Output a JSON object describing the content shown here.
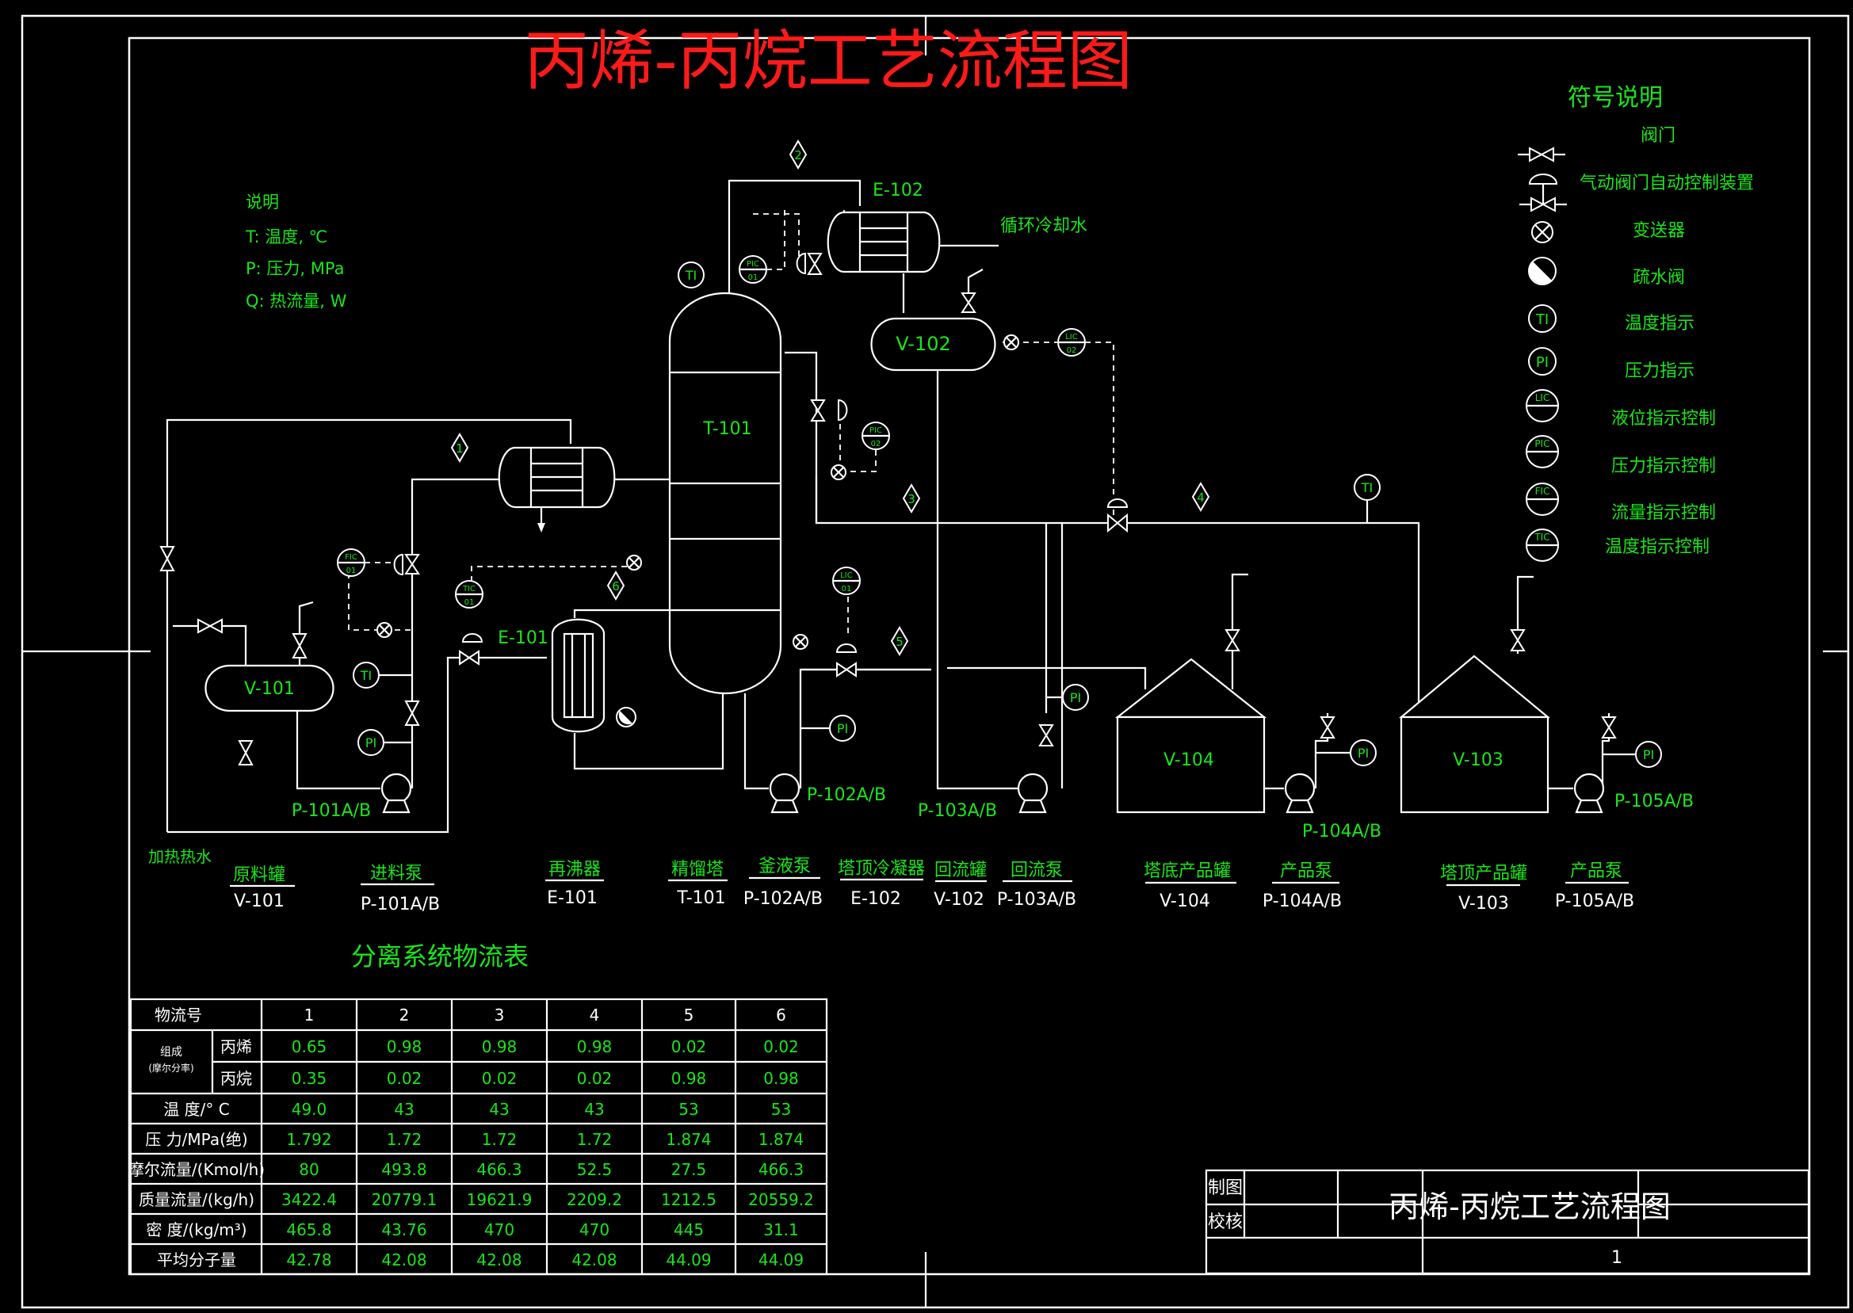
{
  "title": "丙烯-丙烷工艺流程图",
  "notes": {
    "heading": "说明",
    "lines": [
      "T: 温度, ℃",
      "P: 压力, MPa",
      "Q: 热流量, W"
    ]
  },
  "legend": {
    "heading": "符号说明",
    "items": [
      {
        "icon": "gate-valve-icon",
        "label": "阀门"
      },
      {
        "icon": "pneumatic-valve-icon",
        "label": "气动阀门自动控制装置"
      },
      {
        "icon": "transmitter-icon",
        "label": "变送器"
      },
      {
        "icon": "steam-trap-icon",
        "label": "疏水阀"
      },
      {
        "icon": "ti-icon",
        "tag": "TI",
        "label": "温度指示"
      },
      {
        "icon": "pi-icon",
        "tag": "PI",
        "label": "压力指示"
      },
      {
        "icon": "lic-icon",
        "tag": "LIC",
        "label": "液位指示控制"
      },
      {
        "icon": "pic-icon",
        "tag": "PIC",
        "label": "压力指示控制"
      },
      {
        "icon": "fic-icon",
        "tag": "FIC",
        "label": "流量指示控制"
      },
      {
        "icon": "tic-icon",
        "tag": "TIC",
        "label": "温度指示控制"
      }
    ]
  },
  "diagram": {
    "equipment_tags": {
      "v101": "V-101",
      "e101": "E-101",
      "t101": "T-101",
      "e102": "E-102",
      "v102": "V-102",
      "v104": "V-104",
      "v103": "V-103",
      "p101": "P-101A/B",
      "p102": "P-102A/B",
      "p103": "P-103A/B",
      "p104": "P-104A/B",
      "p105": "P-105A/B"
    },
    "instrument_tags": {
      "ti": "TI",
      "pi": "PI",
      "pic01_a": "PIC",
      "pic01_b": "01",
      "fic01_a": "FIC",
      "fic01_b": "01",
      "tic01_a": "TIC",
      "tic01_b": "01",
      "lic01_a": "LIC",
      "lic01_b": "01",
      "lic02_a": "LIC",
      "lic02_b": "02",
      "pic02_a": "PIC",
      "pic02_b": "02"
    },
    "stream_numbers": [
      "1",
      "2",
      "3",
      "4",
      "5",
      "6"
    ],
    "labels": {
      "cooling_water": "循环冷却水",
      "heating_water": "加热热水"
    }
  },
  "equipment_list": [
    {
      "name": "原料罐",
      "tag": "V-101"
    },
    {
      "name": "进料泵",
      "tag": "P-101A/B"
    },
    {
      "name": "再沸器",
      "tag": "E-101"
    },
    {
      "name": "精馏塔",
      "tag": "T-101"
    },
    {
      "name": "釜液泵",
      "tag": "P-102A/B"
    },
    {
      "name": "塔顶冷凝器",
      "tag": "E-102"
    },
    {
      "name": "回流罐",
      "tag": "V-102"
    },
    {
      "name": "回流泵",
      "tag": "P-103A/B"
    },
    {
      "name": "塔底产品罐",
      "tag": "V-104"
    },
    {
      "name": "产品泵",
      "tag": "P-104A/B"
    },
    {
      "name": "塔顶产品罐",
      "tag": "V-103"
    },
    {
      "name": "产品泵",
      "tag": "P-105A/B"
    }
  ],
  "stream_table": {
    "title": "分离系统物流表",
    "header": "物流号",
    "columns": [
      "1",
      "2",
      "3",
      "4",
      "5",
      "6"
    ],
    "composition_label_1": "组成",
    "composition_label_2": "(摩尔分率)",
    "rows": [
      {
        "label": "丙烯",
        "values": [
          "0.65",
          "0.98",
          "0.98",
          "0.98",
          "0.02",
          "0.02"
        ]
      },
      {
        "label": "丙烷",
        "values": [
          "0.35",
          "0.02",
          "0.02",
          "0.02",
          "0.98",
          "0.98"
        ]
      },
      {
        "label": "温 度/° C",
        "values": [
          "49.0",
          "43",
          "43",
          "43",
          "53",
          "53"
        ]
      },
      {
        "label": "压 力/MPa(绝)",
        "values": [
          "1.792",
          "1.72",
          "1.72",
          "1.72",
          "1.874",
          "1.874"
        ]
      },
      {
        "label": "摩尔流量/(Kmol/h)",
        "values": [
          "80",
          "493.8",
          "466.3",
          "52.5",
          "27.5",
          "466.3"
        ]
      },
      {
        "label": "质量流量/(kg/h)",
        "values": [
          "3422.4",
          "20779.1",
          "19621.9",
          "2209.2",
          "1212.5",
          "20559.2"
        ]
      },
      {
        "label": "密 度/(kg/m³)",
        "values": [
          "465.8",
          "43.76",
          "470",
          "470",
          "445",
          "31.1"
        ]
      },
      {
        "label": "平均分子量",
        "values": [
          "42.78",
          "42.08",
          "42.08",
          "42.08",
          "44.09",
          "44.09"
        ]
      }
    ]
  },
  "title_block": {
    "drawn_label": "制图",
    "checked_label": "校核",
    "drawing_title": "丙烯-丙烷工艺流程图",
    "sheet": "1"
  },
  "colors": {
    "background": "#000000",
    "line": "#ffffff",
    "label": "#19e619",
    "title": "#ff1a1a"
  }
}
